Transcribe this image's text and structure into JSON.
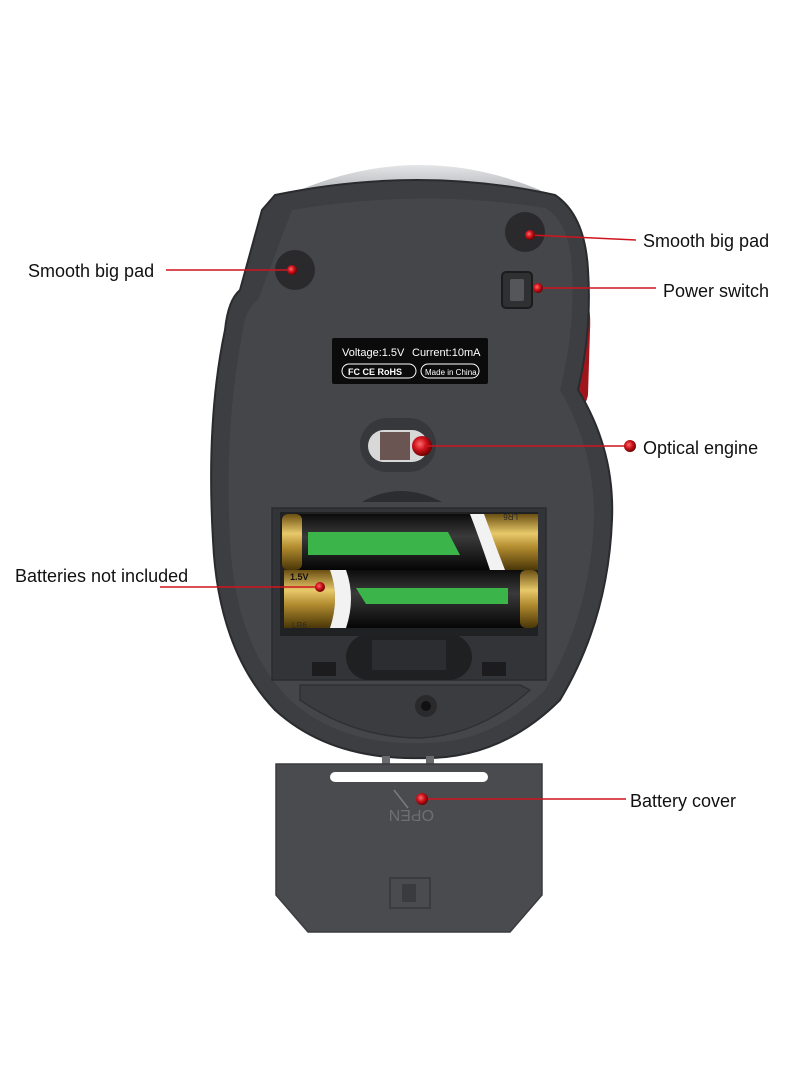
{
  "colors": {
    "accent_red": "#d0141e",
    "shell_dark": "#3a3b3e",
    "shell_mid": "#4a4b4f",
    "cover": "#4b4c50",
    "line": "#d0141e"
  },
  "callouts": {
    "pad_left": "Smooth big pad",
    "pad_right": "Smooth big pad",
    "power_switch": "Power switch",
    "optical_engine": "Optical engine",
    "batteries": "Batteries not included",
    "battery_cover": "Battery cover"
  },
  "label_plate": {
    "voltage": "Voltage:1.5V",
    "current": "Current:10mA",
    "certs": "FC CE RoHS",
    "origin": "Made in China"
  },
  "battery": {
    "voltage_mark": "1.5V",
    "type_mark": "LR6"
  },
  "cover_text": "OPEN"
}
